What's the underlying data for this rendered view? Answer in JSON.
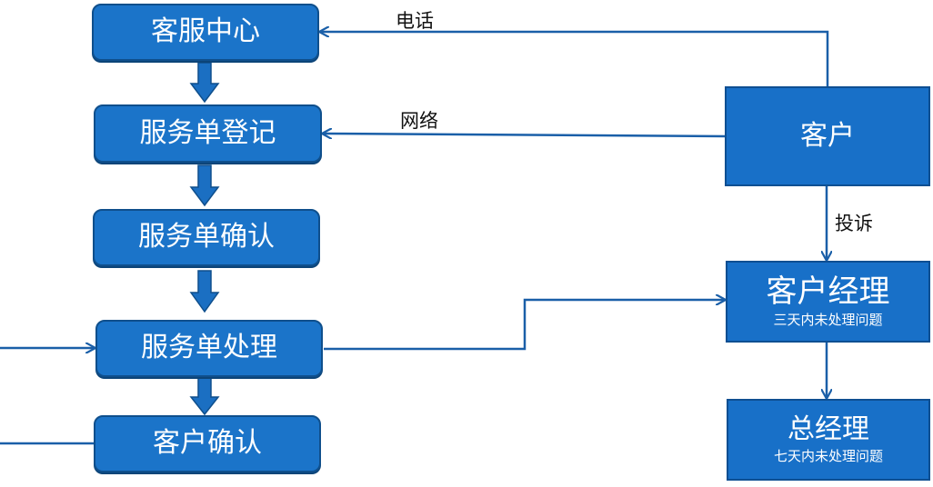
{
  "flow": {
    "nodes": {
      "service_center": "客服中心",
      "order_register": "服务单登记",
      "order_confirm": "服务单确认",
      "order_process": "服务单处理",
      "customer_confirm": "客户确认",
      "customer": "客户",
      "account_manager": "客户经理",
      "account_manager_note": "三天内未处理问题",
      "general_manager": "总经理",
      "general_manager_note": "七天内未处理问题"
    },
    "edge_labels": {
      "phone": "电话",
      "network": "网络",
      "complaint": "投诉"
    }
  },
  "colors": {
    "node_fill": "#1b74c9",
    "node_border": "#0f4f8c",
    "line": "#1a5fa8",
    "text_on_node": "#ffffff"
  }
}
